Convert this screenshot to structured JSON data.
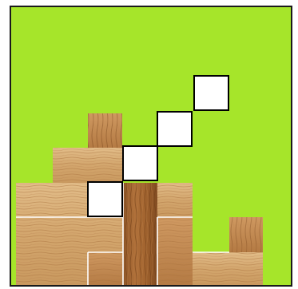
{
  "puzzle": {
    "grid": {
      "cols": 8,
      "rows": 8
    },
    "colors": {
      "background": "#a6e52a",
      "frame": "#1a1a1a",
      "wood_light": "#d9b07a",
      "wood_mid": "#c38b55",
      "wood_dark": "#9b5f2c",
      "grain": "#a86f3c",
      "seam": "#ffffff",
      "target_fill": "#ffffff",
      "target_outline": "#000000"
    },
    "target_cells": [
      {
        "col": 5,
        "row": 2
      },
      {
        "col": 4,
        "row": 3
      },
      {
        "col": 3,
        "row": 4
      },
      {
        "col": 2,
        "row": 5
      }
    ]
  }
}
